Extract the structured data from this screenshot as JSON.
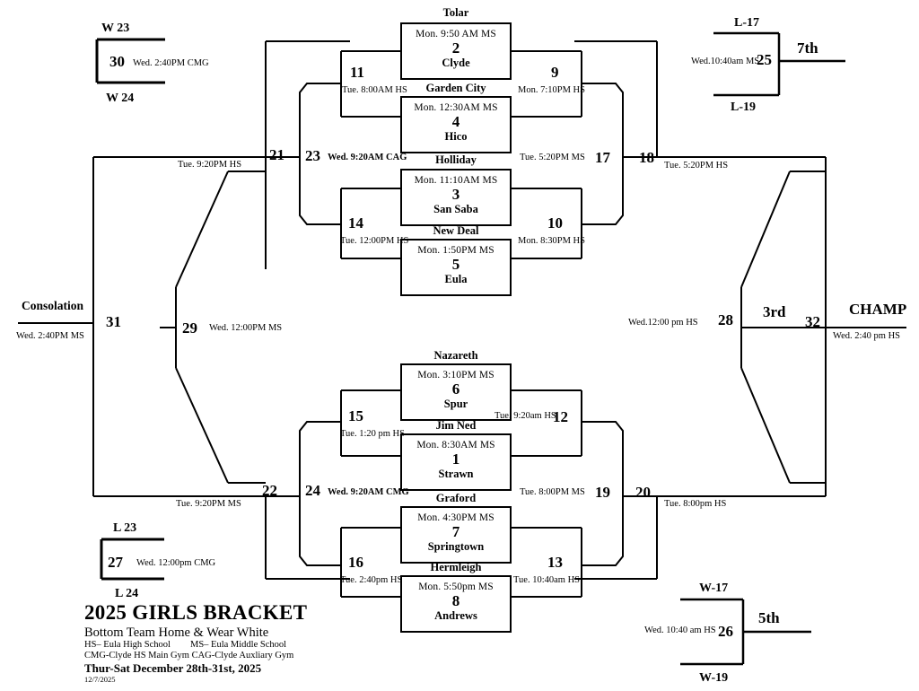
{
  "title_block": {
    "title": "2025 GIRLS  BRACKET",
    "subtitle": "Bottom Team Home & Wear White",
    "legend_hs": "HS– Eula High School",
    "legend_ms": "MS– Eula Middle School",
    "legend_gyms": "CMG-Clyde HS Main Gym  CAG-Clyde Auxliary Gym",
    "dates": "Thur-Sat December 28th-31st, 2025",
    "revision": "12/7/2025"
  },
  "matchups": [
    {
      "id": "g2",
      "top_team": "Tolar",
      "time": "Mon. 9:50 AM MS",
      "number": "2",
      "bottom_team": "Clyde"
    },
    {
      "id": "g4",
      "top_team": "Garden City",
      "time": "Mon. 12:30AM  MS",
      "number": "4",
      "bottom_team": "Hico"
    },
    {
      "id": "g3",
      "top_team": "Holliday",
      "time": "Mon. 11:10AM MS",
      "number": "3",
      "bottom_team": "San Saba"
    },
    {
      "id": "g5",
      "top_team": "New Deal",
      "time": "Mon. 1:50PM  MS",
      "number": "5",
      "bottom_team": "Eula"
    },
    {
      "id": "g6",
      "top_team": "Nazareth",
      "time": "Mon. 3:10PM MS",
      "number": "6",
      "bottom_team": "Spur"
    },
    {
      "id": "g1",
      "top_team": "Jim Ned",
      "time": "Mon. 8:30AM MS",
      "number": "1",
      "bottom_team": "Strawn"
    },
    {
      "id": "g7",
      "top_team": "Graford",
      "time": "Mon. 4:30PM MS",
      "number": "7",
      "bottom_team": "Springtown"
    },
    {
      "id": "g8",
      "top_team": "Hermleigh",
      "time": "Mon. 5:50pm  MS",
      "number": "8",
      "bottom_team": "Andrews"
    }
  ],
  "games": {
    "g9": {
      "number": "9",
      "time": "Mon. 7:10PM  HS"
    },
    "g10": {
      "number": "10",
      "time": "Mon. 8:30PM  HS"
    },
    "g11": {
      "number": "11",
      "time": "Tue. 8:00AM  HS"
    },
    "g12": {
      "number": "12",
      "time": "Tue. 9:20am HS"
    },
    "g13": {
      "number": "13",
      "time": "Tue. 10:40am HS"
    },
    "g14": {
      "number": "14",
      "time": "Tue. 12:00PM HS"
    },
    "g15": {
      "number": "15",
      "time": "Tue. 1:20 pm HS"
    },
    "g16": {
      "number": "16",
      "time": "Tue. 2:40pm HS"
    },
    "g17": {
      "number": "17",
      "time": "Tue. 5:20PM  MS"
    },
    "g18": {
      "number": "18",
      "time": "Tue. 5:20PM  HS"
    },
    "g19": {
      "number": "19",
      "time": "Tue. 8:00PM MS"
    },
    "g20": {
      "number": "20",
      "time": "Tue. 8:00pm  HS"
    },
    "g21": {
      "number": "21",
      "time": "Tue. 9:20PM HS"
    },
    "g22": {
      "number": "22",
      "time": "Tue. 9:20PM MS"
    },
    "g23": {
      "number": "23",
      "time": "Wed. 9:20AM CAG"
    },
    "g24": {
      "number": "24",
      "time": "Wed. 9:20AM CMG"
    },
    "g25": {
      "number": "25",
      "time": "Wed.10:40am MS"
    },
    "g26": {
      "number": "26",
      "time": "Wed. 10:40 am  HS"
    },
    "g27": {
      "number": "27",
      "time": "Wed. 12:00pm CMG"
    },
    "g28": {
      "number": "28",
      "time": "Wed.12:00 pm   HS"
    },
    "g29": {
      "number": "29",
      "time": "Wed. 12:00PM  MS"
    },
    "g30": {
      "number": "30",
      "time": "Wed. 2:40PM CMG"
    },
    "g31": {
      "number": "31",
      "time": "Wed.  2:40PM MS"
    },
    "g32": {
      "number": "32",
      "time": "Wed. 2:40 pm  HS"
    }
  },
  "side_brackets": {
    "top_left": {
      "top_seed": "W 23",
      "bottom_seed": "W 24"
    },
    "bottom_left": {
      "top_seed": "L 23",
      "bottom_seed": "L 24"
    },
    "top_right": {
      "top_seed": "L-17",
      "bottom_seed": "L-19",
      "place": "7th"
    },
    "bottom_right": {
      "top_seed": "W-17",
      "bottom_seed": "W-19",
      "place": "5th"
    }
  },
  "outcomes": {
    "consolation": "Consolation",
    "third": "3rd",
    "champ": "CHAMP"
  }
}
